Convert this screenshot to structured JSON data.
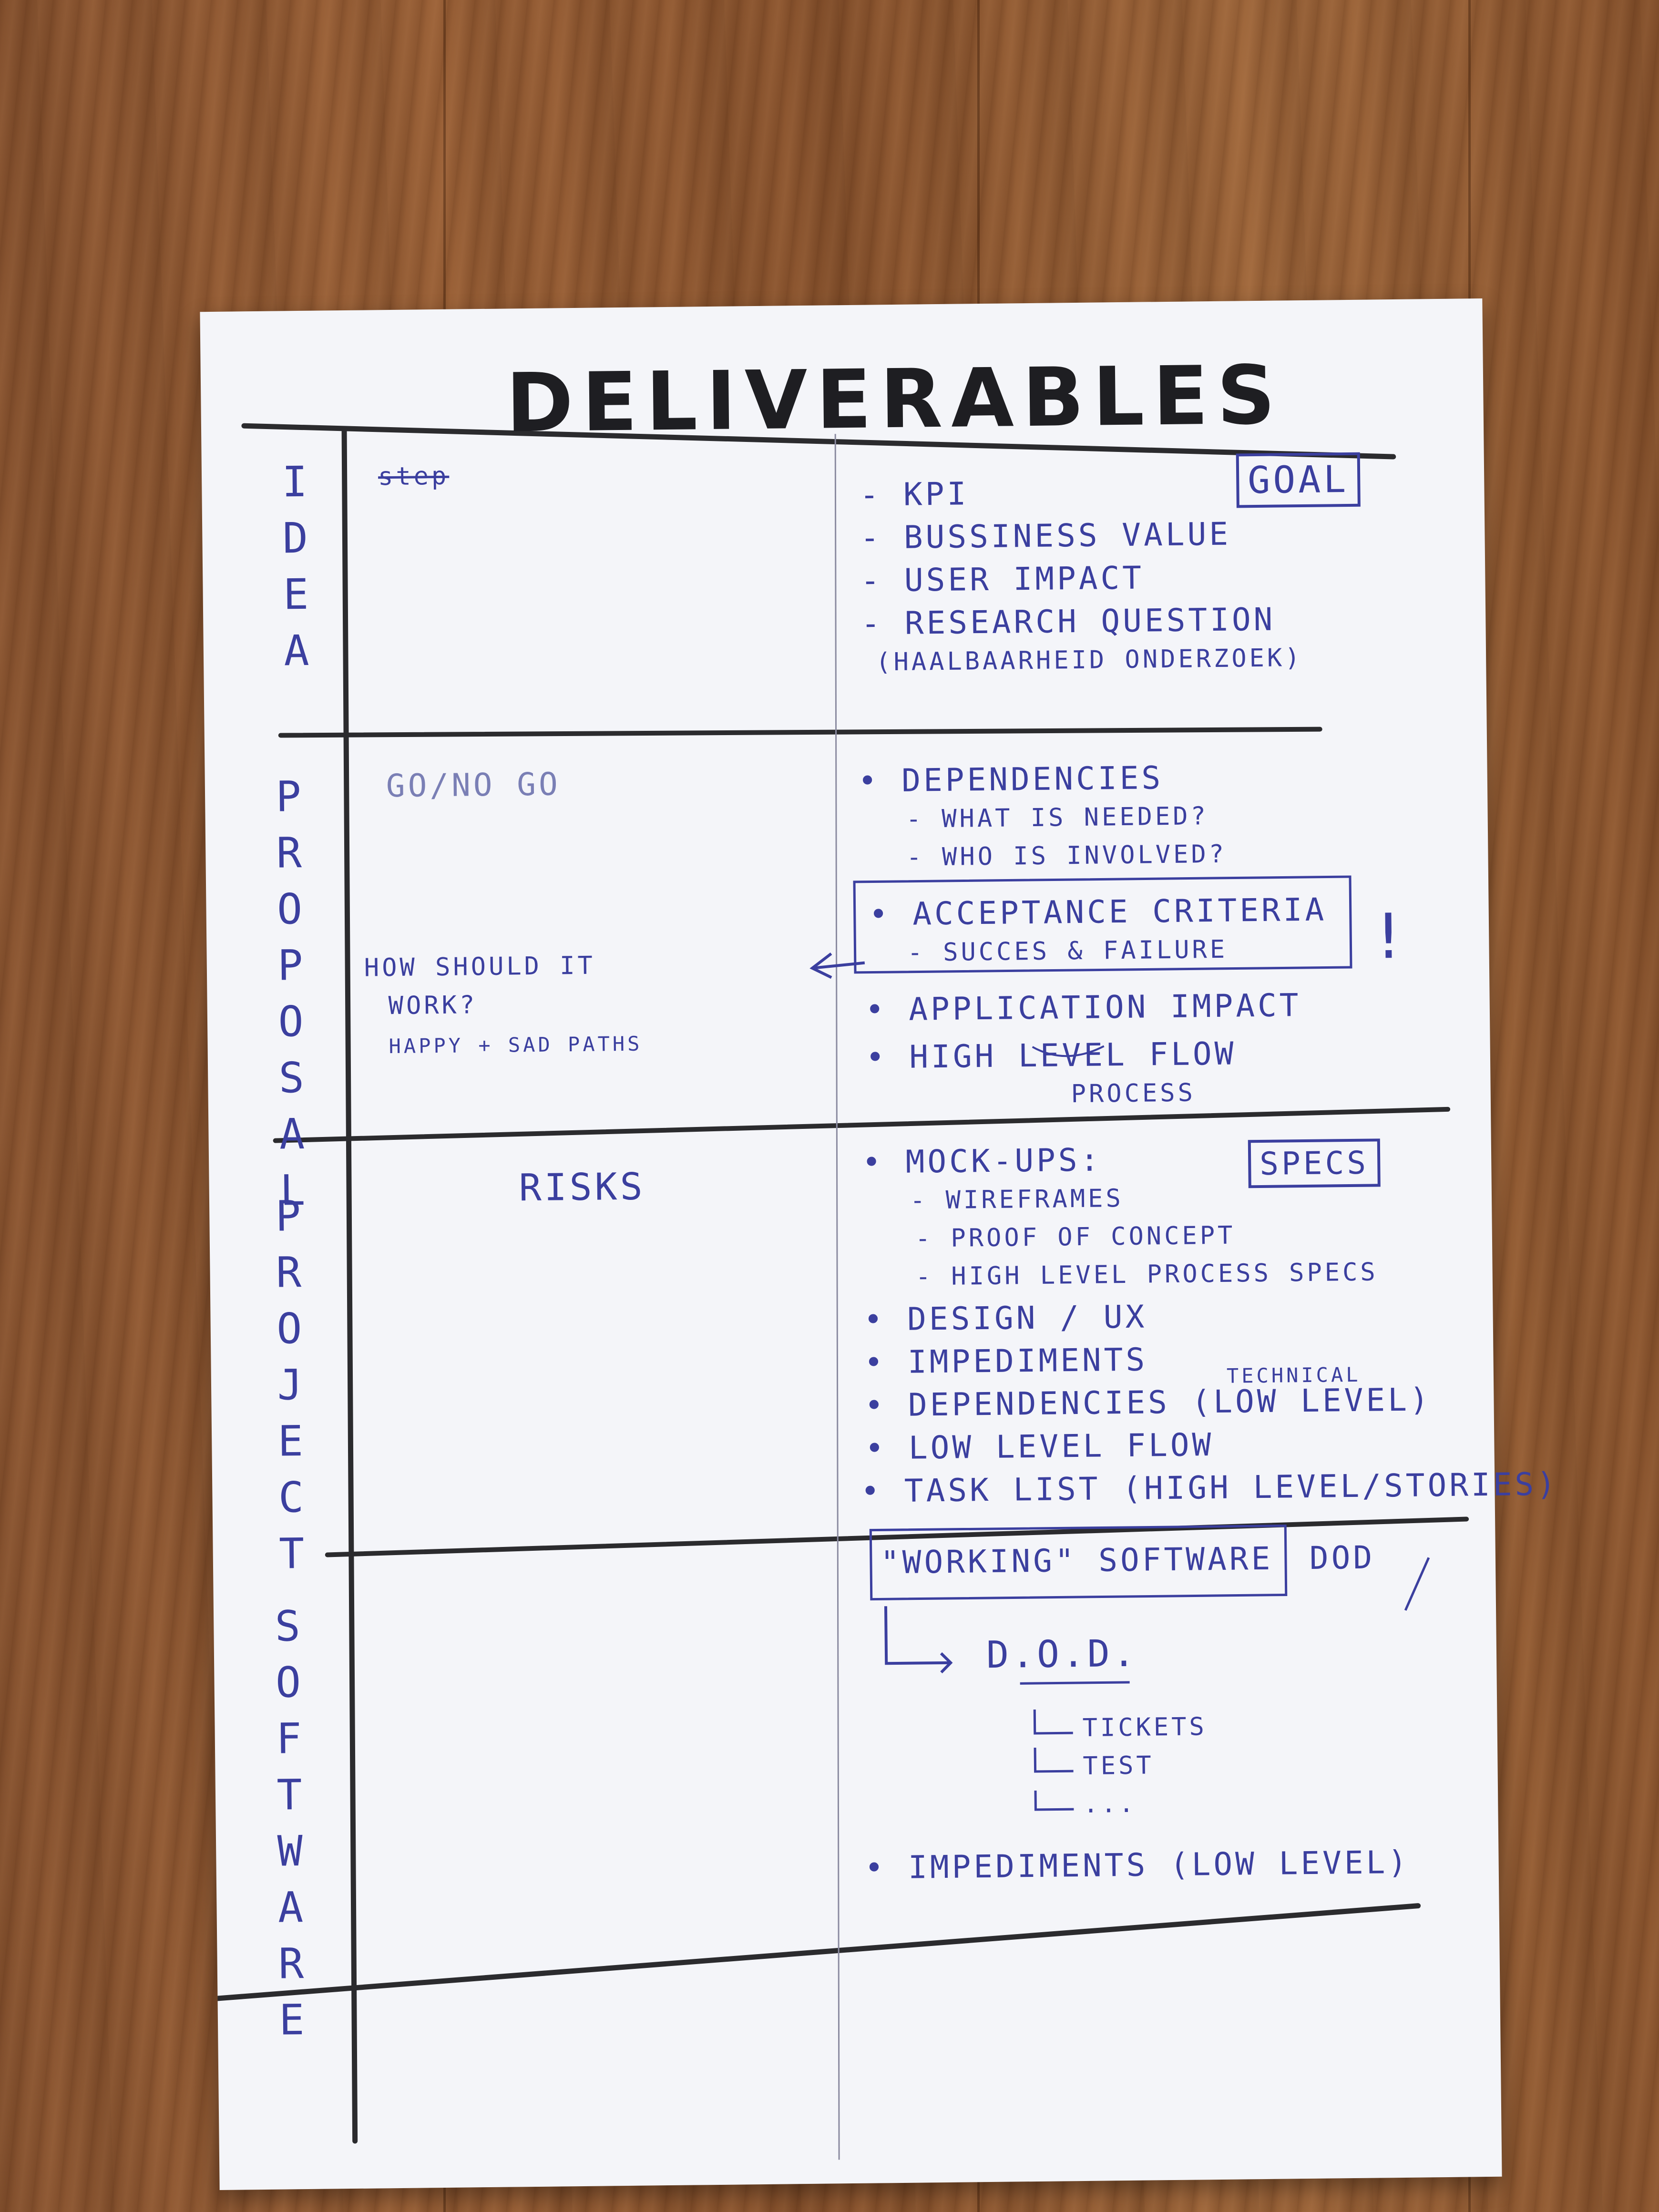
{
  "title": "DELIVERABLES",
  "phases": {
    "idea": [
      "I",
      "D",
      "E",
      "A"
    ],
    "proposal": [
      "P",
      "R",
      "O",
      "P",
      "O",
      "S",
      "A",
      "L"
    ],
    "project": [
      "P",
      "R",
      "O",
      "J",
      "E",
      "C",
      "T"
    ],
    "software": [
      "S",
      "O",
      "F",
      "T",
      "W",
      "A",
      "R",
      "E"
    ]
  },
  "idea": {
    "scribble": "step",
    "goal": "GOAL",
    "items": [
      "- KPI",
      "- BUSSINESS VALUE",
      "- USER IMPACT",
      "- RESEARCH QUESTION",
      "(HAALBAARHEID ONDERZOEK)"
    ]
  },
  "proposal": {
    "go": "GO/NO GO",
    "question": [
      "HOW SHOULD IT",
      "WORK?",
      "HAPPY + SAD PATHS"
    ],
    "items": [
      "• DEPENDENCIES",
      "- WHAT IS NEEDED?",
      "- WHO IS INVOLVED?",
      "• ACCEPTANCE CRITERIA",
      "- SUCCES & FAILURE",
      "• APPLICATION IMPACT",
      "• HIGH LEVEL FLOW",
      "PROCESS"
    ],
    "mark": "!"
  },
  "project": {
    "risks": "RISKS",
    "specs": "SPECS",
    "items": [
      "• MOCK-UPS:",
      "- WIREFRAMES",
      "- PROOF OF CONCEPT",
      "- HIGH LEVEL PROCESS SPECS",
      "• DESIGN / UX",
      "• IMPEDIMENTS",
      "• DEPENDENCIES (LOW LEVEL)",
      "TECHNICAL",
      "• LOW LEVEL FLOW",
      "• TASK LIST (HIGH LEVEL/STORIES)"
    ]
  },
  "software": {
    "working": "\"WORKING\" SOFTWARE",
    "dod_tag": "DOD",
    "dod": "D.O.D.",
    "sub": [
      "TICKETS",
      "TEST",
      "..."
    ],
    "impediments": "• IMPEDIMENTS (LOW LEVEL)"
  },
  "ink_color": "#3b3f9f"
}
